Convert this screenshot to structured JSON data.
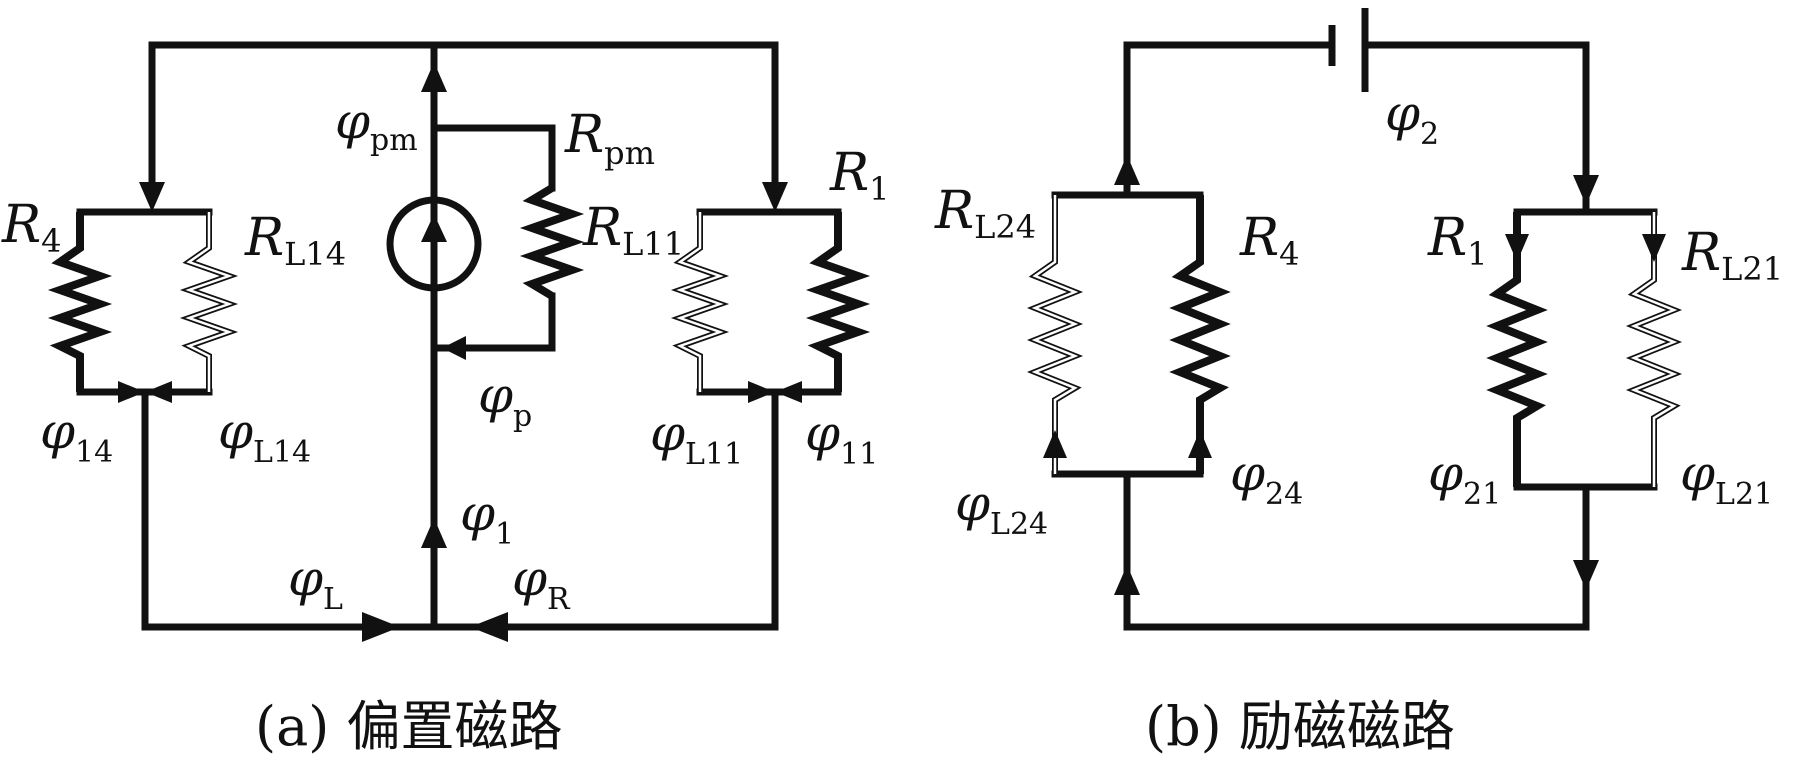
{
  "colors": {
    "ink": "#111111",
    "background": "#ffffff"
  },
  "panel_a": {
    "caption": "(a) 偏置磁路",
    "labels": {
      "R4": {
        "base": "R",
        "sub": "4"
      },
      "RL14": {
        "base": "R",
        "sub": "L14"
      },
      "Rpm": {
        "base": "R",
        "sub": "pm"
      },
      "RL11": {
        "base": "R",
        "sub": "L11"
      },
      "R1": {
        "base": "R",
        "sub": "1"
      },
      "phi_pm": {
        "base": "φ",
        "sub": "pm"
      },
      "phi_p": {
        "base": "φ",
        "sub": "p"
      },
      "phi_14": {
        "base": "φ",
        "sub": "14"
      },
      "phi_L14": {
        "base": "φ",
        "sub": "L14"
      },
      "phi_L11": {
        "base": "φ",
        "sub": "L11"
      },
      "phi_11": {
        "base": "φ",
        "sub": "11"
      },
      "phi_1": {
        "base": "φ",
        "sub": "1"
      },
      "phi_L": {
        "base": "φ",
        "sub": "L"
      },
      "phi_R": {
        "base": "φ",
        "sub": "R"
      }
    }
  },
  "panel_b": {
    "caption": "(b) 励磁磁路",
    "labels": {
      "phi_2": {
        "base": "φ",
        "sub": "2"
      },
      "RL24": {
        "base": "R",
        "sub": "L24"
      },
      "R4": {
        "base": "R",
        "sub": "4"
      },
      "R1": {
        "base": "R",
        "sub": "1"
      },
      "RL21": {
        "base": "R",
        "sub": "L21"
      },
      "phi_L24": {
        "base": "φ",
        "sub": "L24"
      },
      "phi_24": {
        "base": "φ",
        "sub": "24"
      },
      "phi_21": {
        "base": "φ",
        "sub": "21"
      },
      "phi_L21": {
        "base": "φ",
        "sub": "L21"
      }
    }
  }
}
